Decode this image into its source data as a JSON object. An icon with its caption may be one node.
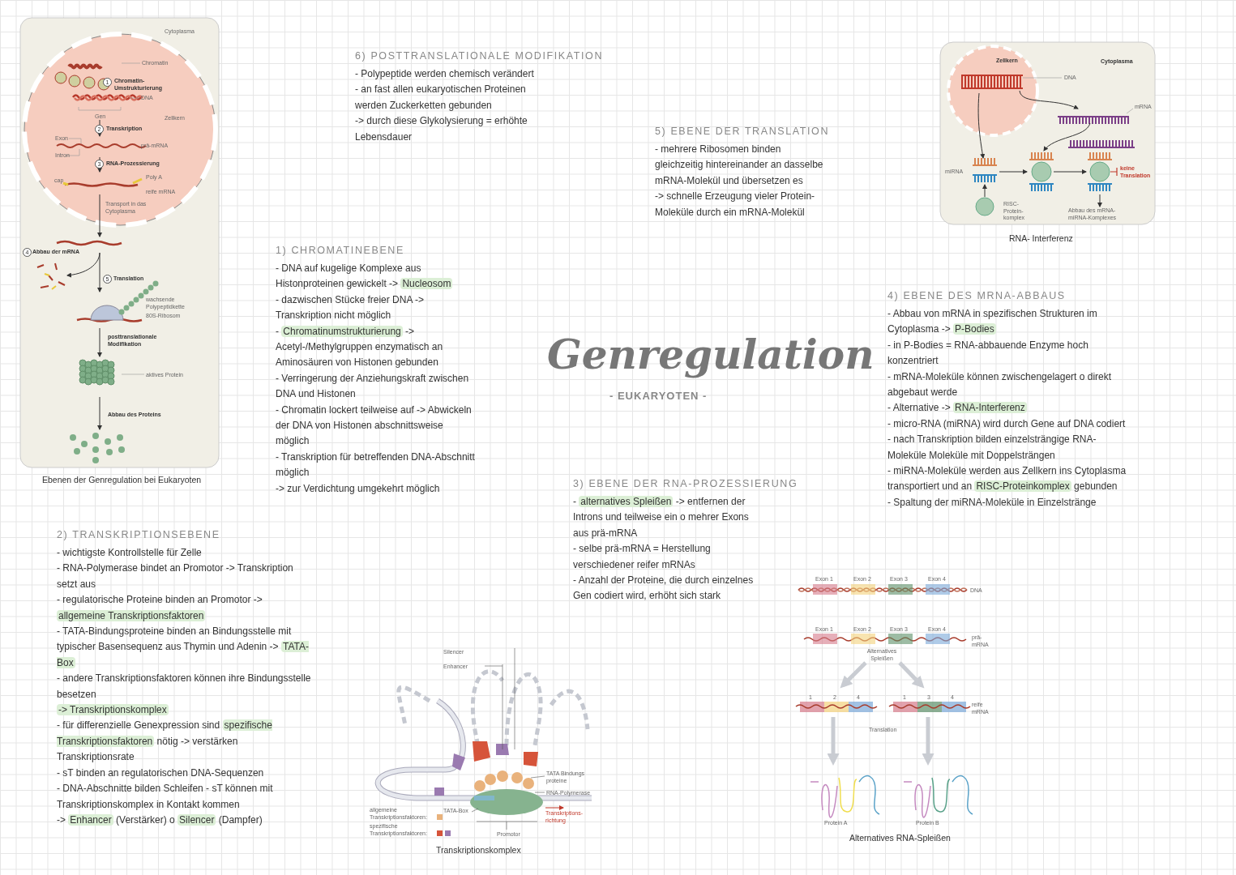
{
  "diagram": {
    "title": "Genregulation",
    "labels": [
      "Cytoplasma",
      "Chromatin",
      "1",
      "Chromatin-Umstrukturierung",
      "DNA",
      "Gen",
      "Zellkern",
      "2",
      "Transkription",
      "Exon",
      "prä-mRNA",
      "Intron",
      "3",
      "RNA-Prozessierung",
      "cap",
      "Poly A",
      "reife mRNA",
      "Transport in das Cytoplasma",
      "4",
      "Abbau der mRNA",
      "5",
      "Translation",
      "wachsende Polypeptidkette",
      "80S-Ribosom",
      "posttranslationale Modifikation",
      "aktives Protein",
      "Abbau des Proteins",
      "Ebenen der Genregulation bei Eukaryoten",
      "6) POSTTRANSLATIONALE MODIFIKATION",
      "- Polypeptide werden chemisch verändert",
      "- an fast allen eukaryotischen Proteinen werden Zuckerketten gebunden",
      "-> durch diese Glykolysierung = erhöhte Lebensdauer",
      "5) EBENE DER TRANSLATION",
      "- mehrere Ribosomen binden gleichzeitig hintereinander an dasselbe mRNA-Molekül und übersetzen es",
      "-> schnelle Erzeugung vieler Protein-Moleküle durch ein mRNA-Molekül",
      "Zellkern",
      "Cytoplasma",
      "DNA",
      "mRNA",
      "miRNA",
      "keine Translation",
      "RISC-Protein-komplex",
      "Abbau des mRNA-miRNA-Komplexes",
      "RNA- Interferenz",
      "1) CHROMATINEBENE",
      "- DNA auf kugelige Komplexe aus Histonproteinen gewickelt -> **Nucleosom**",
      "- dazwischen Stücke freier DNA -> Transkription nicht möglich",
      "- **Chromatinumstrukturierung** -> Acetyl-/Methylgruppen enzymatisch an Aminosäuren von Histonen gebunden",
      "- Verringerung der Anziehungskraft zwischen DNA und Histonen",
      "- Chromatin lockert teilweise auf -> Abwickeln der DNA von Histonen abschnittsweise möglich",
      "- Transkription für betreffenden DNA-Abschnitt möglich",
      "-> zur Verdichtung umgekehrt möglich",
      "- EUKARYOTEN -",
      "4) EBENE DES MRNA-ABBAUS",
      "- Abbau von mRNA in spezifischen Strukturen im Cytoplasma -> **P-Bodies**",
      "- in P-Bodies = RNA-abbauende Enzyme hoch konzentriert",
      "- mRNA-Moleküle können zwischengelagert o direkt abgebaut werde",
      "- Alternative -> **RNA-Interferenz**",
      "- micro-RNA (miRNA) wird durch Gene auf DNA codiert",
      "- nach Transkription bilden einzelsträngige RNA-Moleküle Moleküle mit Doppelsträngen",
      "- miRNA-Moleküle werden aus Zellkern ins Cytoplasma transportiert und an **RISC-Proteinkomplex** gebunden",
      "- Spaltung der miRNA-Moleküle in Einzelstränge",
      "3) EBENE DER RNA-PROZESSIERUNG",
      "- **alternatives Spleißen** -> entfernen der Introns und teilweise ein o mehrer Exons aus prä-mRNA",
      "- selbe prä-mRNA = Herstellung verschiedener reifer mRNAs",
      "- Anzahl der Proteine, die durch einzelnes Gen codiert wird, erhöht sich stark",
      "2) TRANSKRIPTIONSEBENE",
      "- wichtigste Kontrollstelle für Zelle",
      "- RNA-Polymerase bindet an Promotor -> Transkription setzt aus",
      "- regulatorische Proteine binden an Promotor -> **allgemeine Transkriptionsfaktoren**",
      "- TATA-Bindungsproteine binden an Bindungsstelle mit typischer Basensequenz aus Thymin und Adenin -> **TATA-Box**",
      "- andere Transkriptionsfaktoren können ihre Bindungsstelle besetzen",
      "**-> Transkriptionskomplex**",
      "- für differenzielle Genexpression sind **spezifische Transkriptionsfaktoren** nötig -> verstärken Transkriptionsrate",
      "- sT binden an regulatorischen DNA-Sequenzen",
      "- DNA-Abschnitte bilden Schleifen - sT können mit Transkriptionskomplex in Kontakt kommen",
      "-> **Enhancer** (Verstärker) o **Silencer** (Dampfer)",
      "Silencer",
      "Enhancer",
      "TATA Bindungs proteine",
      "RNA-Polymerase",
      "TATA-Box",
      "Transkriptions-richtung",
      "Promotor",
      "Transkriptionskomplex",
      "Exon 1",
      "Exon 2",
      "Exon 3",
      "Exon 4",
      "DNA",
      "Exon 1",
      "Exon 2",
      "Exon 3",
      "Exon 4",
      "prä-mRNA",
      "Alternatives Spleißen",
      "1",
      "2",
      "4",
      "1",
      "3",
      "4",
      "reife mRNA",
      "Translation",
      "Protein A",
      "Protein B",
      "Alternatives RNA-Spleißen"
    ],
    "legend": [
      {
        "text": "allgemeine Transkriptionsfaktoren:",
        "color": "#e9b27c"
      },
      {
        "text": "spezifische Transkriptionsfaktoren:",
        "color": "#d6543a"
      }
    ]
  }
}
